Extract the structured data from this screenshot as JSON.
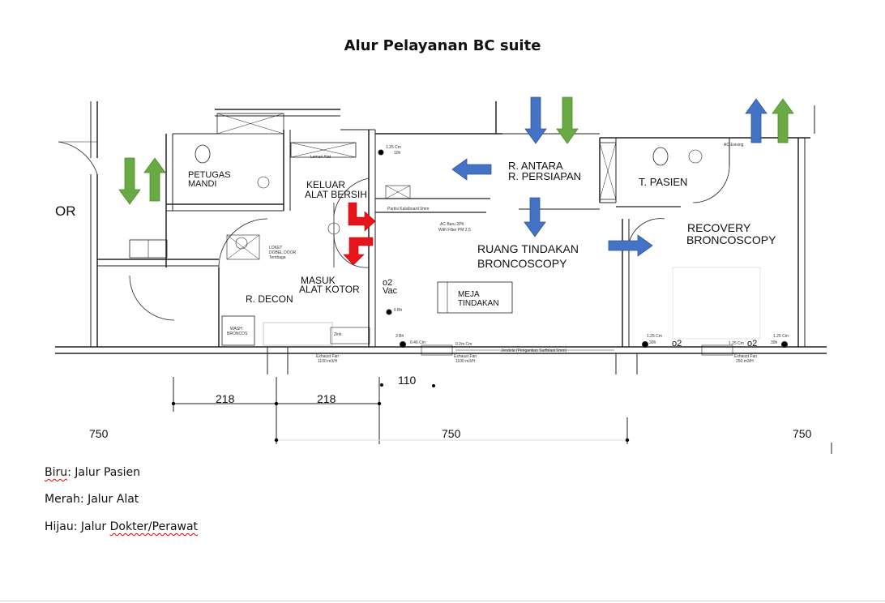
{
  "title": "Alur Pelayanan BC suite",
  "rooms": {
    "or": "OR",
    "petugas_1": "PETUGAS",
    "petugas_2": "MANDI",
    "keluar_1": "KELUAR",
    "keluar_2": "ALAT BERSIH",
    "antara_1": "R. ANTARA",
    "antara_2": "R. PERSIAPAN",
    "t_pasien": "T. PASIEN",
    "recovery_1": "RECOVERY",
    "recovery_2": "BRONCOSCOPY",
    "tindakan_1": "RUANG TINDAKAN",
    "tindakan_2": "BRONCOSCOPY",
    "masuk_1": "MASUK",
    "masuk_2": "ALAT KOTOR",
    "decon": "R. DECON",
    "meja_1": "MEJA",
    "meja_2": "TINDAKAN",
    "o2": "o2",
    "vac": "Vac",
    "o2_a": "o2",
    "o2_b": "o2"
  },
  "small_labels": {
    "lemari": "Lemari Alat",
    "loket_1": "LOKET",
    "loket_2": "DOBEL DOOR",
    "loket_3": "Tembaga",
    "wash_1": "WASH",
    "wash_2": "BRONCOS",
    "zink": "Zink",
    "ac_exisiting": "AC Exising",
    "ac_baru_1": "AC Baru 2PK",
    "ac_baru_2": "With Filter PM 2,5",
    "partisi": "Partisi  Kalsiboard 9mm",
    "exhaust_1a": "Exhaust Fan",
    "exhaust_1b": "1100 m3/H",
    "exhaust_2a": "Exhaust Fan",
    "exhaust_2b": "1100 m3/H",
    "exhaust_3a": "Exhaust Fan",
    "exhaust_3b": "250 m3/H",
    "jendela": "Jendela (Pengantian Surfblast 5mm)",
    "meter_1": "1.25 Cm",
    "meter_2": "0.46 Cm",
    "meter_3": "0.2m Cm",
    "meter_4": "1.25 Cm",
    "meter_5": "1.25 Cm",
    "meter_6": "1.25 Cm",
    "bh_1": "3 Bh",
    "bh_2": "6 Bh",
    "bh_3": "10h",
    "bh_4": "30h",
    "bh_5": "30h"
  },
  "dimensions": {
    "d218a": "218",
    "d218b": "218",
    "d110": "110",
    "d750a": "750",
    "d750b": "750",
    "d750c": "750"
  },
  "legend": {
    "biru_key": "Biru",
    "biru_val": ": Jalur Pasien",
    "merah": "Merah: Jalur Alat",
    "hijau_key": "Hijau: Jalur ",
    "hijau_val": "Dokter/Perawat"
  },
  "colors": {
    "patient_path": "#4472c4",
    "equipment_path": "#e8141b",
    "staff_path": "#6aaa45"
  }
}
